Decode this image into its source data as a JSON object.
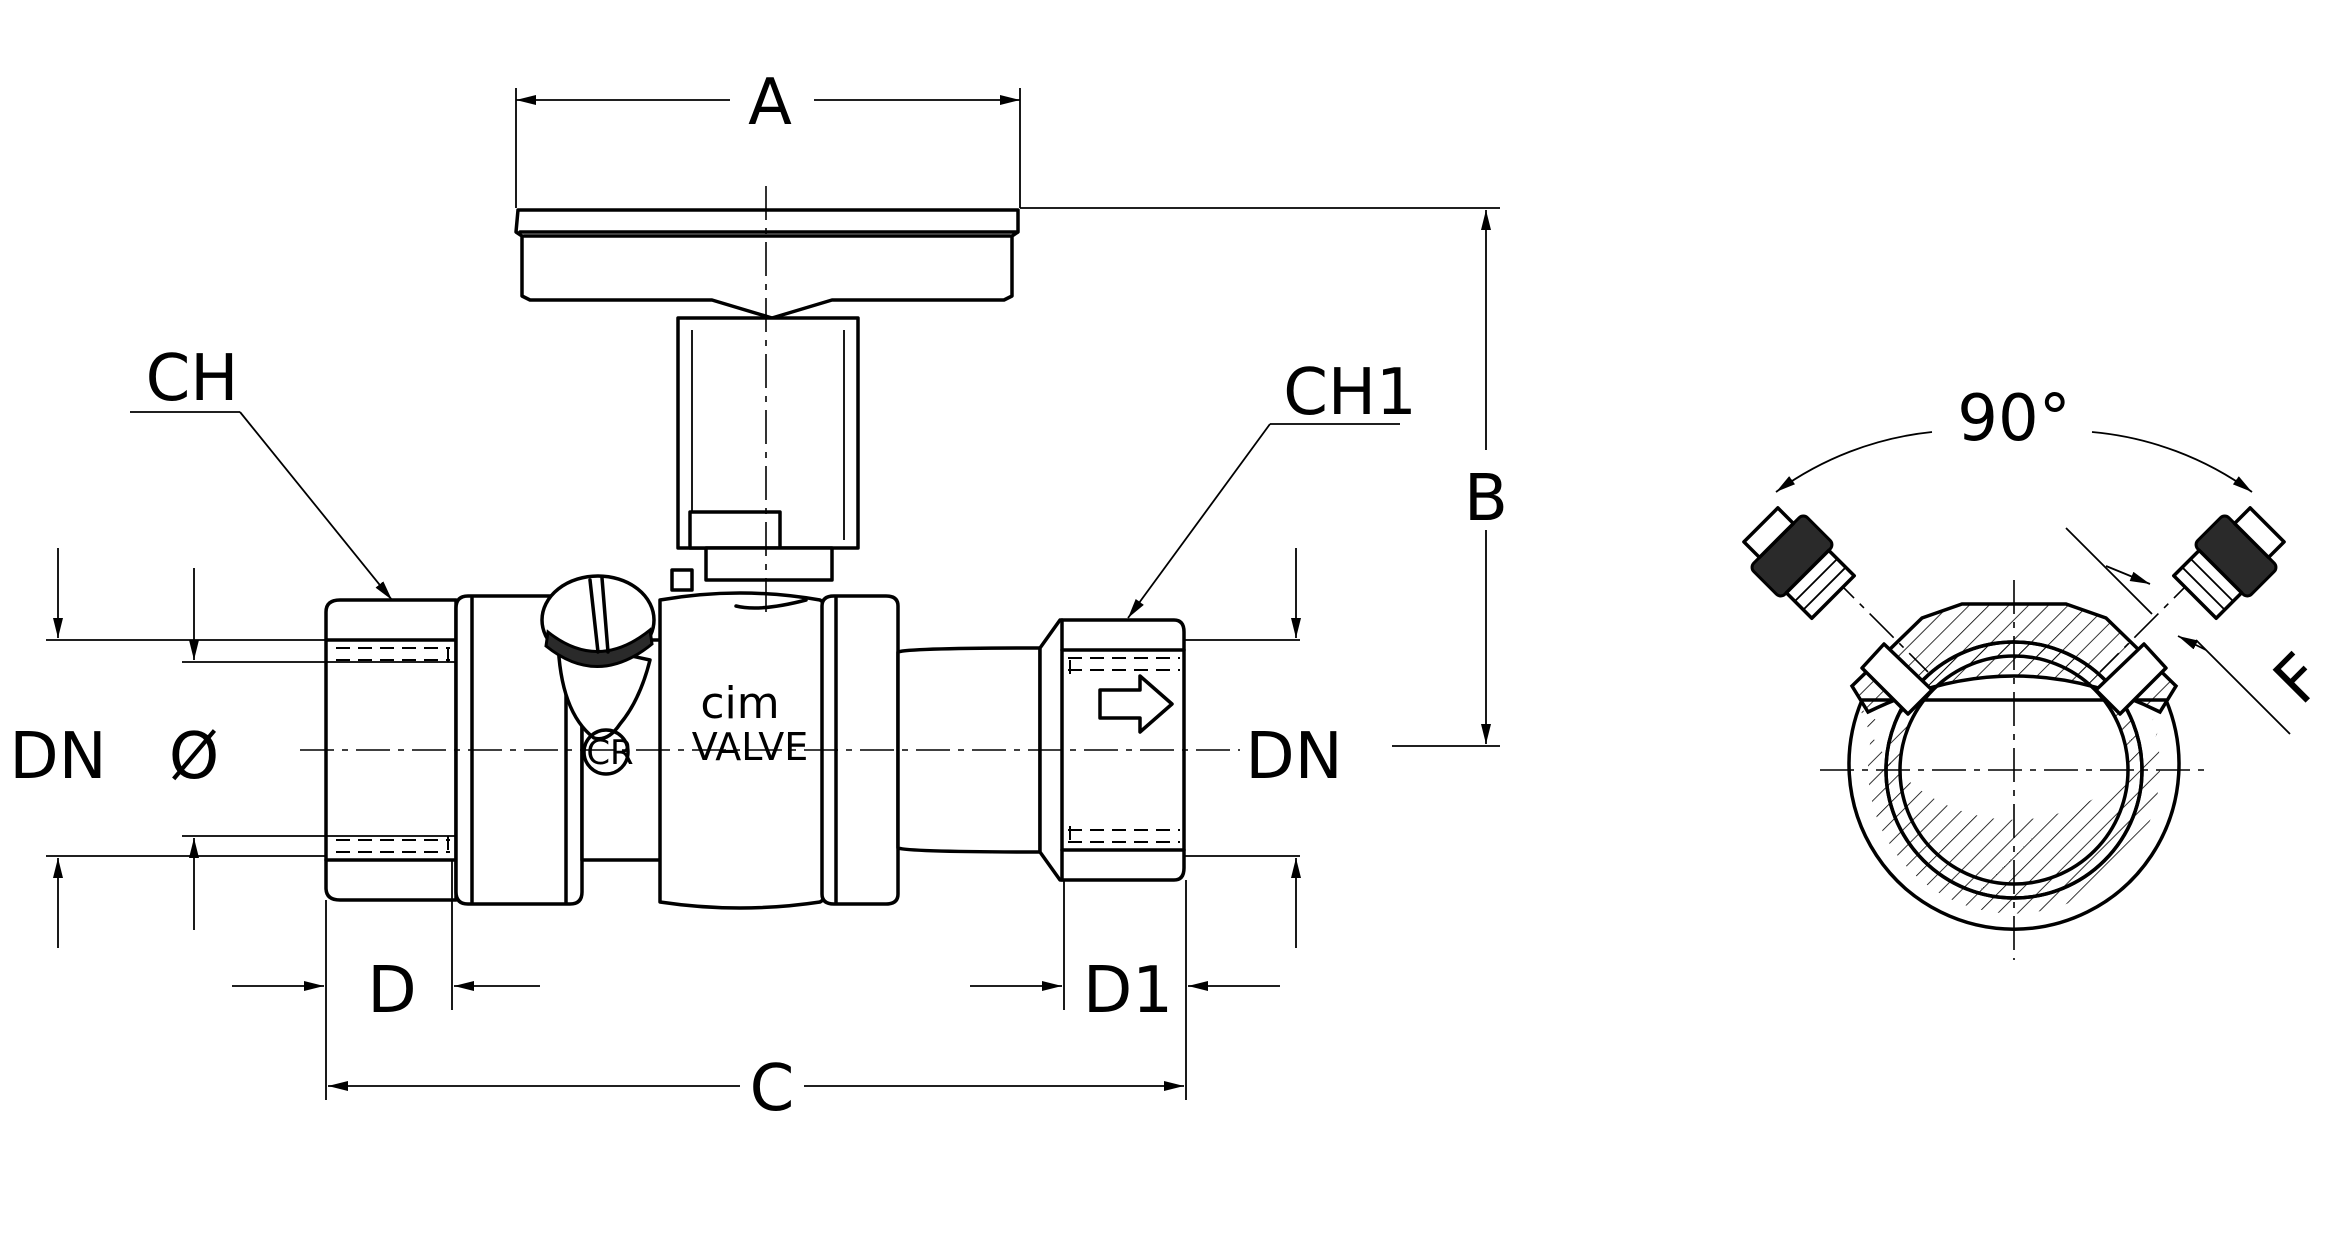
{
  "drawing": {
    "labels": {
      "A": "A",
      "B": "B",
      "C": "C",
      "D": "D",
      "D1": "D1",
      "CH": "CH",
      "CH1": "CH1",
      "DN_left": "DN",
      "DN_right": "DN",
      "diameter": "Ø",
      "angle": "90°",
      "F": "F"
    },
    "markings": {
      "brand": "cim",
      "model": "VALVE",
      "logo": "CR"
    },
    "colors": {
      "line": "#000000",
      "background": "#ffffff",
      "knurl": "#2a2a2a"
    }
  }
}
